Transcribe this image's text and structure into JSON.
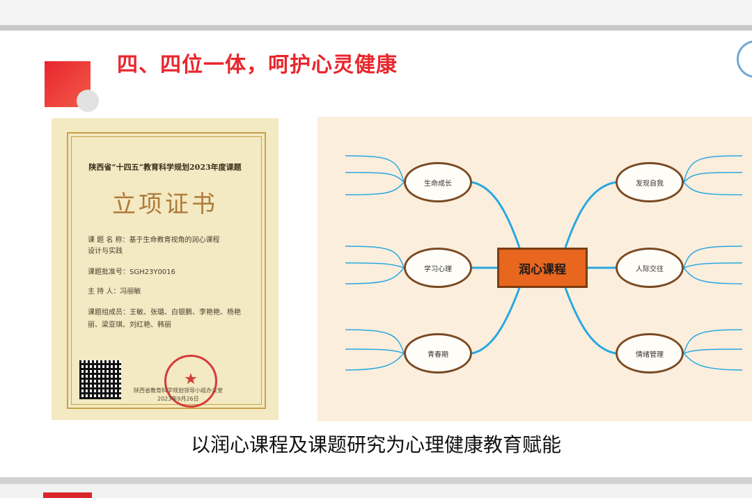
{
  "slide": {
    "title": "四、四位一体，呵护心灵健康",
    "caption": "以润心课程及课题研究为心理健康教育赋能"
  },
  "certificate": {
    "heading": "陕西省“十四五”教育科学规划2023年度课题",
    "title": "立项证书",
    "lines": [
      "课 题 名 称：基于生命教育视角的润心课程",
      "设计与实践",
      "课题批准号：SGH23Y0016",
      "主  持  人：冯丽敏",
      "课题组成员：王敏、张璐、白银鹏、李艳艳、杨艳",
      "丽、梁亚琪、刘红艳、韩丽"
    ],
    "issuer": "陕西省教育科学规划领导小组办公室",
    "date": "2023年9月26日"
  },
  "mindmap": {
    "center": "润心课程",
    "nodes": [
      {
        "label": "生命成长",
        "leaves": [
          "",
          "",
          ""
        ]
      },
      {
        "label": "学习心理",
        "leaves": [
          "",
          "",
          ""
        ]
      },
      {
        "label": "青春期",
        "leaves": [
          "",
          "",
          ""
        ]
      },
      {
        "label": "发现自我",
        "leaves": [
          "",
          "",
          ""
        ]
      },
      {
        "label": "人际交往",
        "leaves": [
          "",
          "",
          ""
        ]
      },
      {
        "label": "情绪管理",
        "leaves": [
          "",
          "",
          ""
        ]
      }
    ]
  },
  "colors": {
    "title_red": "#e8262c",
    "center_orange": "#e8661e",
    "line_blue": "#29a8e0",
    "leaf_text_blue": "#1a3fb0"
  }
}
